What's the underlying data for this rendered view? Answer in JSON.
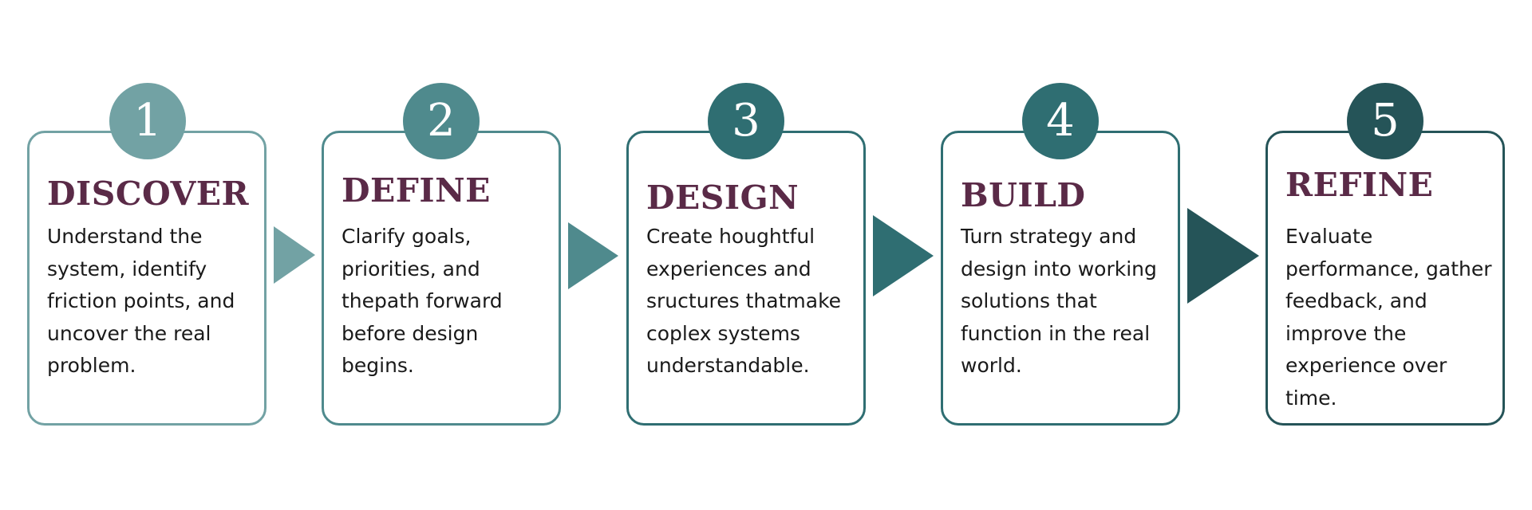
{
  "steps": [
    {
      "number": "1",
      "title": "DISCOVER",
      "description": "Understand the system, identify friction points, and uncover the real problem.",
      "color": "#72a2a4"
    },
    {
      "number": "2",
      "title": "DEFINE",
      "description": "Clarify goals, priorities, and thepath forward before design begins.",
      "color": "#4f8a8d"
    },
    {
      "number": "3",
      "title": "DESIGN",
      "description": "Create houghtful experiences and sructures thatmake coplex systems understandable.",
      "color": "#2f6e72"
    },
    {
      "number": "4",
      "title": "BUILD",
      "description": "Turn strategy and design into working solutions that function in the real world.",
      "color": "#2f6e72"
    },
    {
      "number": "5",
      "title": "REFINE",
      "description": "Evaluate performance, gather feedback, and improve the experience over time.",
      "color": "#255458"
    }
  ],
  "colors": {
    "title": "#5a2a47",
    "text": "#1a1a1a",
    "arrow_1": "#72a2a4",
    "arrow_2": "#4f8a8d",
    "arrow_3": "#2f6e72",
    "arrow_4": "#255458"
  }
}
